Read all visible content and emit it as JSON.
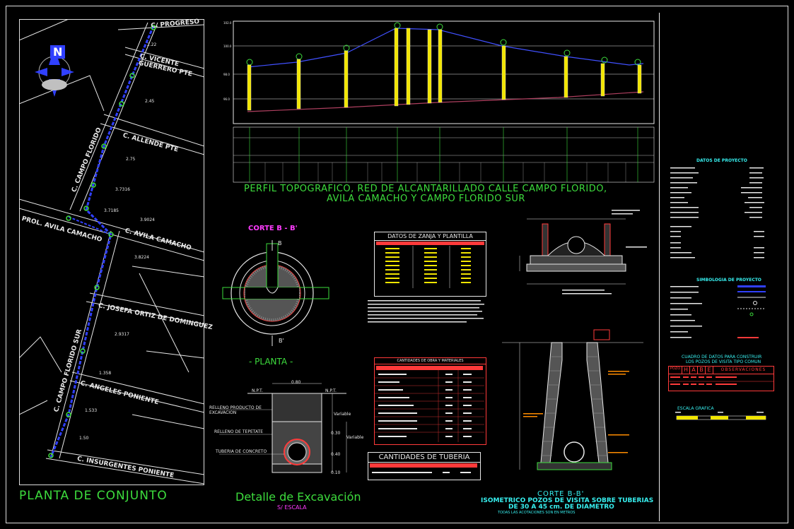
{
  "plan": {
    "title": "PLANTA DE CONJUNTO",
    "north_letter": "N",
    "streets": [
      "C. PROGRESO",
      "C. VICENTE GUERRERO PTE",
      "C. ALLENDE PTE",
      "C. CAMPO FLORIDO",
      "PROL. AVILA CAMACHO",
      "C. AVILA CAMACHO",
      "C. JOSEFA ORTIZ DE DOMINGUEZ",
      "C. CAMPO FLORIDO SUR",
      "C. ANGELES PONIENTE",
      "C. INSURGENTES PONIENTE"
    ],
    "elevations": [
      "2.22",
      "2.45",
      "2.75",
      "3.7316",
      "3.7185",
      "3.9024",
      "3.8224",
      "2.9317",
      "1.358",
      "1.533",
      "1.50"
    ]
  },
  "profile": {
    "title_line1": "PERFIL TOPOGRAFICO, RED DE ALCANTARILLADO CALLE CAMPO FLORIDO,",
    "title_line2": "AVILA CAMACHO Y  CAMPO FLORIDO SUR"
  },
  "corte_bb": {
    "title": "CORTE B - B'",
    "marker_top": "B",
    "marker_bottom": "B'",
    "planta_label": "- PLANTA -"
  },
  "excavacion": {
    "title": "Detalle de Excavación",
    "subtitle": "S/ ESCALA",
    "labels": [
      "RELLENO PRODUCTO DE EXCAVACION",
      "RELLENO DE TEPETATE",
      "TUBERIA DE CONCRETO"
    ],
    "dims": [
      "0.80",
      "Variable",
      "Variable",
      "0.30",
      "0.40",
      "0.10"
    ],
    "npt": "N.P.T."
  },
  "zanja_table": {
    "title": "DATOS DE ZANJA Y PLANTILLA"
  },
  "materials_table": {
    "title": "CANTIDADES DE OBRA Y MATERIALES"
  },
  "tuberia_table": {
    "title": "CANTIDADES DE TUBERIA"
  },
  "pozo": {
    "title": "CORTE B-B'",
    "subtitle_line1": "ISOMETRICO POZOS DE VISITA SOBRE TUBERIAS",
    "subtitle_line2": "DE 30 A 45 cm. DE DIAMETRO",
    "note": "TODAS LAS ACOTACIONES SON EN METROS"
  },
  "right": {
    "datos_title": "DATOS DE PROYECTO",
    "simbologia_title": "SIMBOLOGIA DE PROYECTO",
    "cuadro_title_line1": "CUADRO DE DATOS PARA CONSTRUIR",
    "cuadro_title_line2": "LOS POZOS DE VISITA TIPO COMUN",
    "cuadro_headers": [
      "POZO",
      "H",
      "A",
      "B",
      "E",
      "OBSERVACIONES"
    ],
    "escala_title": "ESCALA GRAFICA"
  },
  "colors": {
    "cyan": "#37f0f0",
    "green": "#3ddc3d",
    "yellow": "#f2e600",
    "magenta": "#ff3cff",
    "red": "#ff3a3a",
    "blue": "#3040ff"
  }
}
